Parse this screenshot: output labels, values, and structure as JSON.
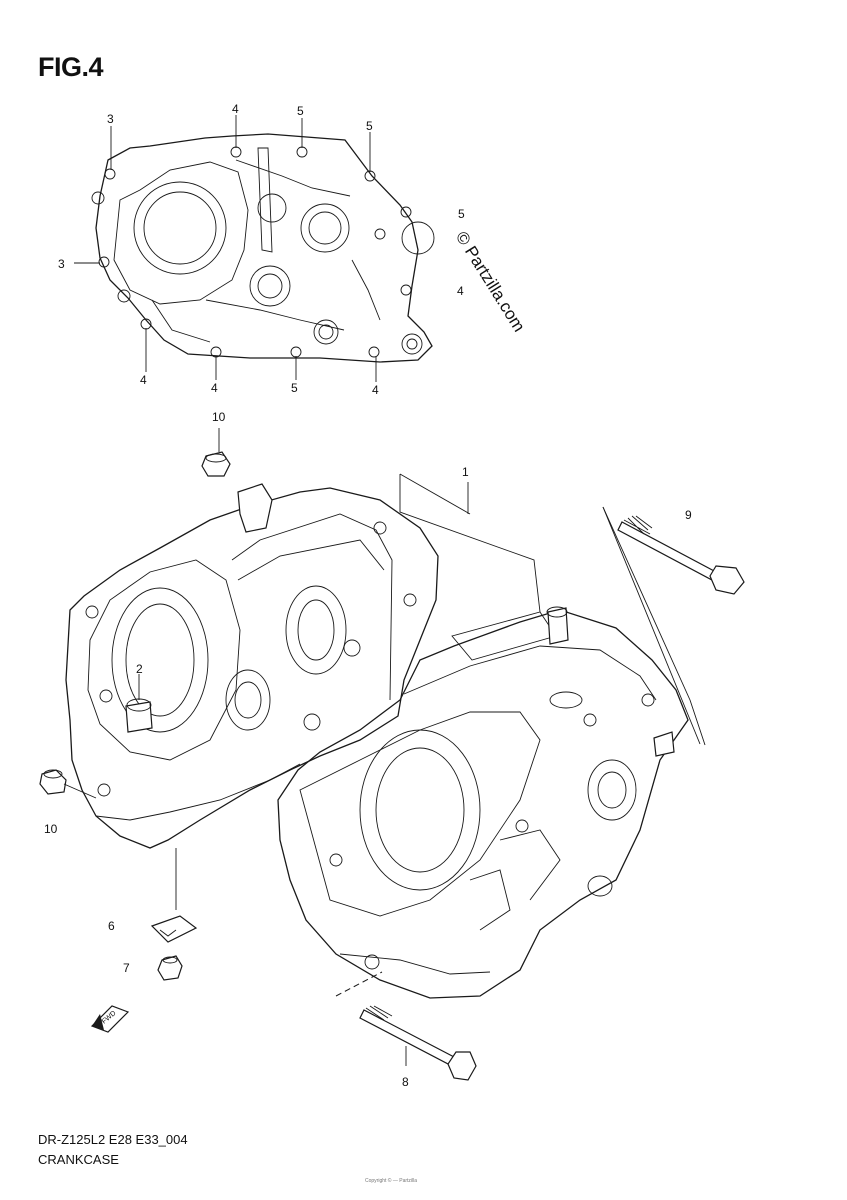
{
  "figure_title": "FIG.4",
  "watermark": "© Partzilla.com",
  "diagram_code": "DR-Z125L2 E28 E33_004",
  "diagram_name": "CRANKCASE",
  "fine_print": "Copyright © — Partzilla",
  "callouts": {
    "top_3a": "3",
    "top_4a": "4",
    "top_5a": "5",
    "top_5b": "5",
    "top_5c": "5",
    "top_3b": "3",
    "top_4b": "4",
    "bot_4a": "4",
    "bot_4b": "4",
    "bot_5": "5",
    "bot_4c": "4",
    "p10a": "10",
    "p1": "1",
    "p9": "9",
    "p2": "2",
    "p10b": "10",
    "p6": "6",
    "p7": "7",
    "p8": "8",
    "fwd": "FWD"
  }
}
